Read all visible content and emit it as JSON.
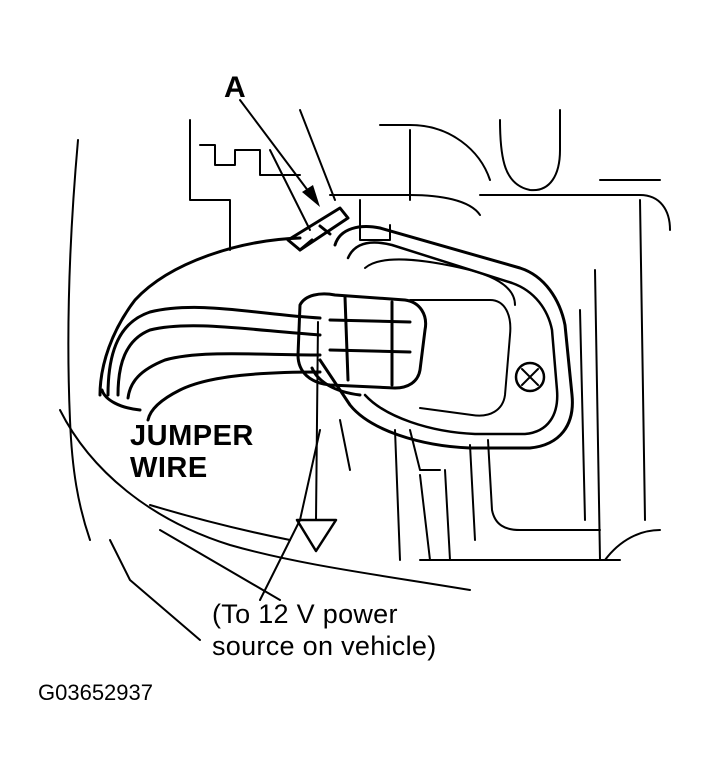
{
  "labels": {
    "callout": "A",
    "jumper_line1": "JUMPER",
    "jumper_line2": "WIRE",
    "power_line1": "(To 12 V power",
    "power_line2": "source on vehicle)",
    "figure_id": "G03652937"
  },
  "colors": {
    "ink": "#000000",
    "paper": "#ffffff"
  }
}
